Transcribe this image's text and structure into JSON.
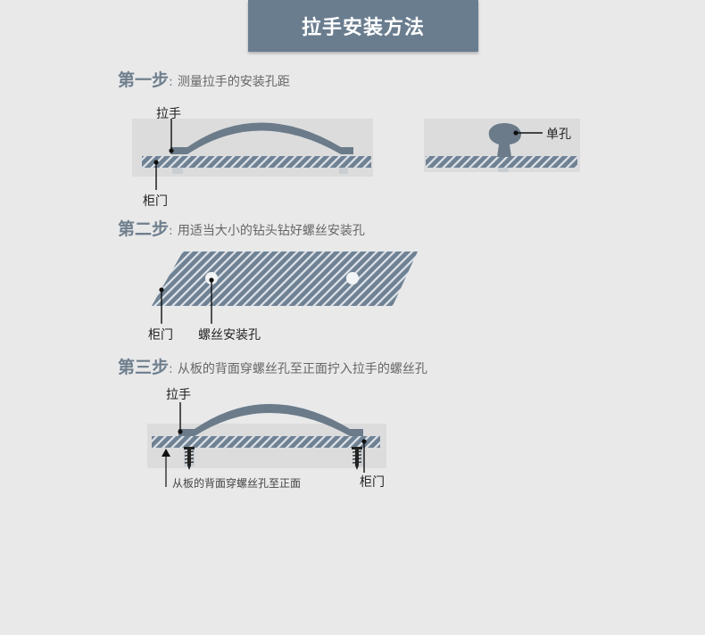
{
  "banner": {
    "title": "拉手安装方法"
  },
  "steps": [
    {
      "num": "第一步",
      "colon": ":",
      "desc": "测量拉手的安装孔距"
    },
    {
      "num": "第二步",
      "colon": ":",
      "desc": "用适当大小的钻头钻好螺丝安装孔"
    },
    {
      "num": "第三步",
      "colon": ":",
      "desc": "从板的背面穿螺丝孔至正面拧入拉手的螺丝孔"
    }
  ],
  "labels": {
    "handle_1": "拉手",
    "door_1": "柜门",
    "single_hole": "单孔",
    "door_2": "柜门",
    "screw_hole": "螺丝安装孔",
    "handle_3": "拉手",
    "back_through": "从板的背面穿螺丝孔至正面",
    "door_3": "柜门"
  },
  "colors": {
    "banner": "#6a7d8f",
    "board": "#6f8294",
    "handle": "#6b7b8a",
    "background": "#e9e9ea"
  }
}
